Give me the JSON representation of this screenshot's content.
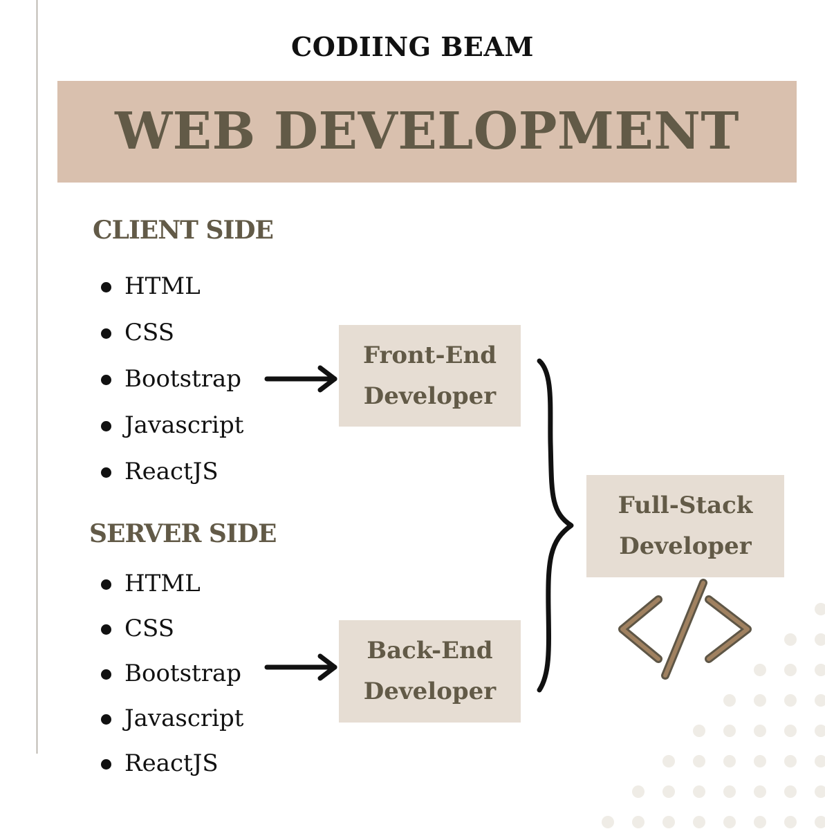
{
  "brand": "CODIING BEAM",
  "title": "WEB DEVELOPMENT",
  "client_side": {
    "heading": "CLIENT SIDE",
    "items": [
      "HTML",
      "CSS",
      "Bootstrap",
      "Javascript",
      "ReactJS"
    ]
  },
  "server_side": {
    "heading": "SERVER SIDE",
    "items": [
      "HTML",
      "CSS",
      "Bootstrap",
      "Javascript",
      "ReactJS"
    ]
  },
  "roles": {
    "front_end": {
      "line1": "Front-End",
      "line2": "Developer"
    },
    "back_end": {
      "line1": "Back-End",
      "line2": "Developer"
    },
    "full_stack": {
      "line1": "Full-Stack",
      "line2": "Developer"
    }
  },
  "icons": {
    "code": "code-brackets-icon",
    "arrow": "right-arrow-icon",
    "brace": "curly-brace-icon"
  },
  "colors": {
    "title_band": "#d9c0ae",
    "heading_text": "#625a47",
    "role_box": "#e6ddd3",
    "code_icon_fill": "#a08160",
    "code_icon_stroke": "#5e5646",
    "dots": "#efece6"
  }
}
